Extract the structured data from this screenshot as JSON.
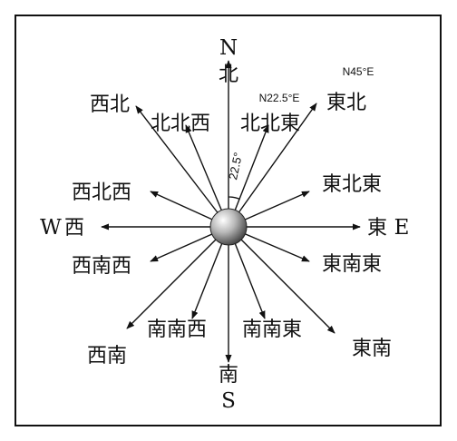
{
  "compass": {
    "north_letter": "N",
    "south_letter": "S",
    "west_letter": "W",
    "east_letter": "E",
    "directions": {
      "N": "北",
      "NNE": "北北東",
      "NE": "東北",
      "ENE": "東北東",
      "E": "東",
      "ESE": "東南東",
      "SE": "東南",
      "SSE": "南南東",
      "S": "南",
      "SSW": "南南西",
      "SW": "西南",
      "WSW": "西南西",
      "W": "西",
      "WNW": "西北西",
      "NW": "西北",
      "NNW": "北北西"
    },
    "bearing_labels": {
      "nne": "N22.5°E",
      "ne": "N45°E"
    },
    "angle_label": "22.5°"
  },
  "colors": {
    "line": "#111111",
    "hub_light": "#ffffff",
    "hub_dark": "#3a3a3a"
  }
}
